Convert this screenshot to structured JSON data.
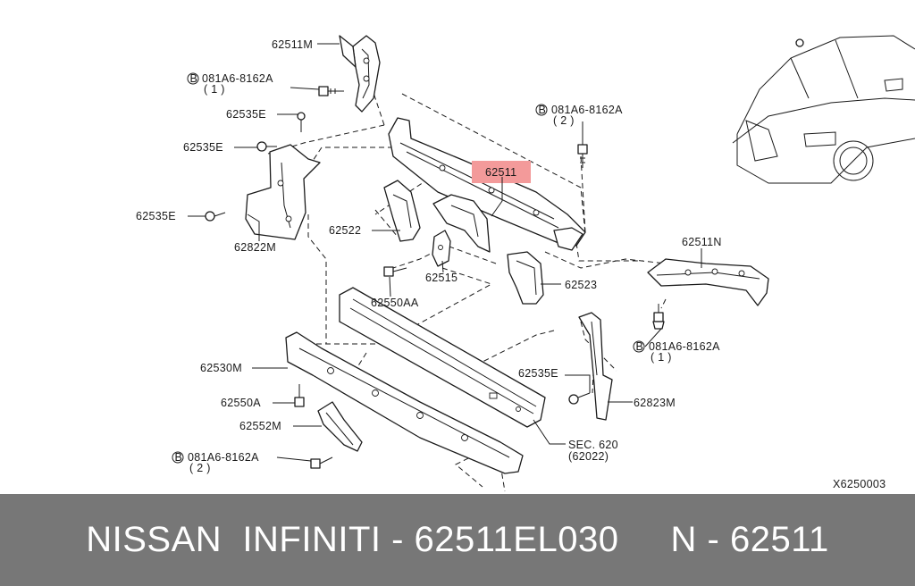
{
  "diagram": {
    "labels": {
      "p62511M": "62511M",
      "bolt_a_top": "081A6-8162A",
      "bolt_a_top_qty": "( 1 )",
      "p62535E_1": "62535E",
      "p62535E_2": "62535E",
      "p62535E_3": "62535E",
      "p62822M": "62822M",
      "p62522": "62522",
      "p62550AA": "62550AA",
      "p62515": "62515",
      "p62511": "62511",
      "bolt_b": "081A6-8162A",
      "bolt_b_qty": "( 2 )",
      "p62523": "62523",
      "p62511N": "62511N",
      "bolt_c": "081A6-8162A",
      "bolt_c_qty": "( 1 )",
      "p62535E_4": "62535E",
      "p62823M": "62823M",
      "p62530M": "62530M",
      "p62550A": "62550A",
      "p62552M": "62552M",
      "bolt_d": "081A6-8162A",
      "bolt_d_qty": "( 2 )",
      "sec": "SEC. 620",
      "sec_ref": "(62022)",
      "code": "X6250003",
      "bolt_symbol": "B"
    },
    "highlight_color": "#f39a9a"
  },
  "footer": {
    "text": "NISSAN  INFINITI - 62511EL030     N - 62511",
    "bg": "#777777",
    "fg": "#ffffff"
  }
}
